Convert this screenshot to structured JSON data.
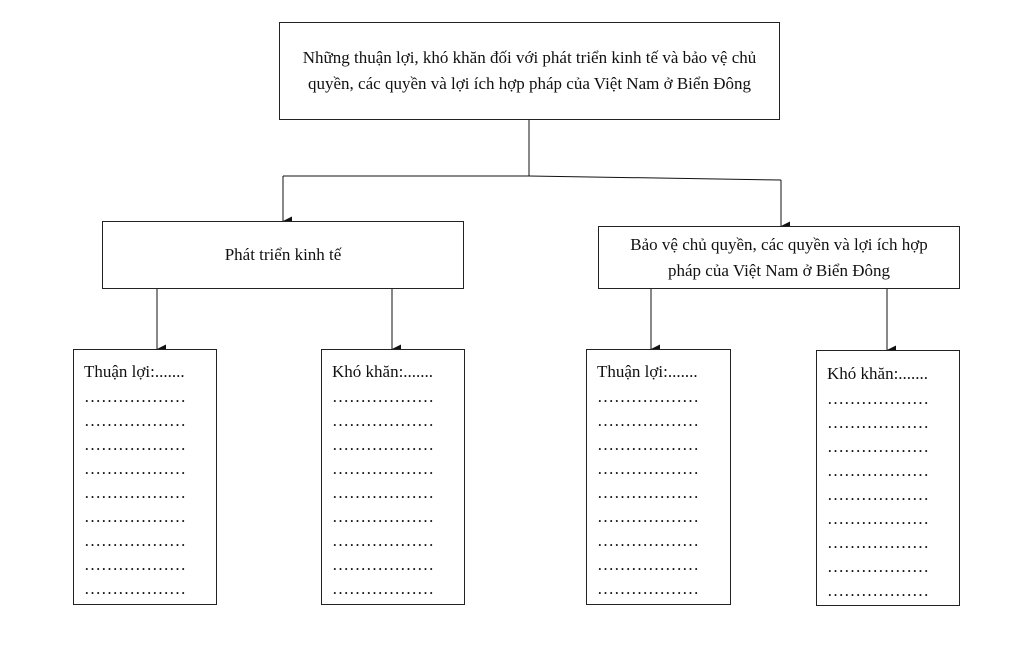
{
  "diagram": {
    "root": {
      "text": "Những thuận lợi, khó khăn đối với phát triển kinh tế và bảo vệ chủ quyền, các quyền và lợi ích hợp pháp của Việt Nam ở Biển Đông"
    },
    "branches": [
      {
        "title": "Phát triển kinh tế",
        "leaves": [
          {
            "label": "Thuận lợi:.......",
            "lines": [
              "………………",
              "………………",
              "………………",
              "………………",
              "………………",
              "………………",
              "………………",
              "………………",
              "………………"
            ]
          },
          {
            "label": "Khó khăn:.......",
            "lines": [
              "………………",
              "………………",
              "………………",
              "………………",
              "………………",
              "………………",
              "………………",
              "………………",
              "………………"
            ]
          }
        ]
      },
      {
        "title": "Bảo vệ chủ quyền, các quyền và lợi ích hợp pháp của Việt Nam ở Biển Đông",
        "leaves": [
          {
            "label": "Thuận lợi:.......",
            "lines": [
              "………………",
              "………………",
              "………………",
              "………………",
              "………………",
              "………………",
              "………………",
              "………………",
              "………………"
            ]
          },
          {
            "label": "Khó khăn:.......",
            "lines": [
              "………………",
              "………………",
              "………………",
              "………………",
              "………………",
              "………………",
              "………………",
              "………………",
              "………………"
            ]
          }
        ]
      }
    ]
  }
}
